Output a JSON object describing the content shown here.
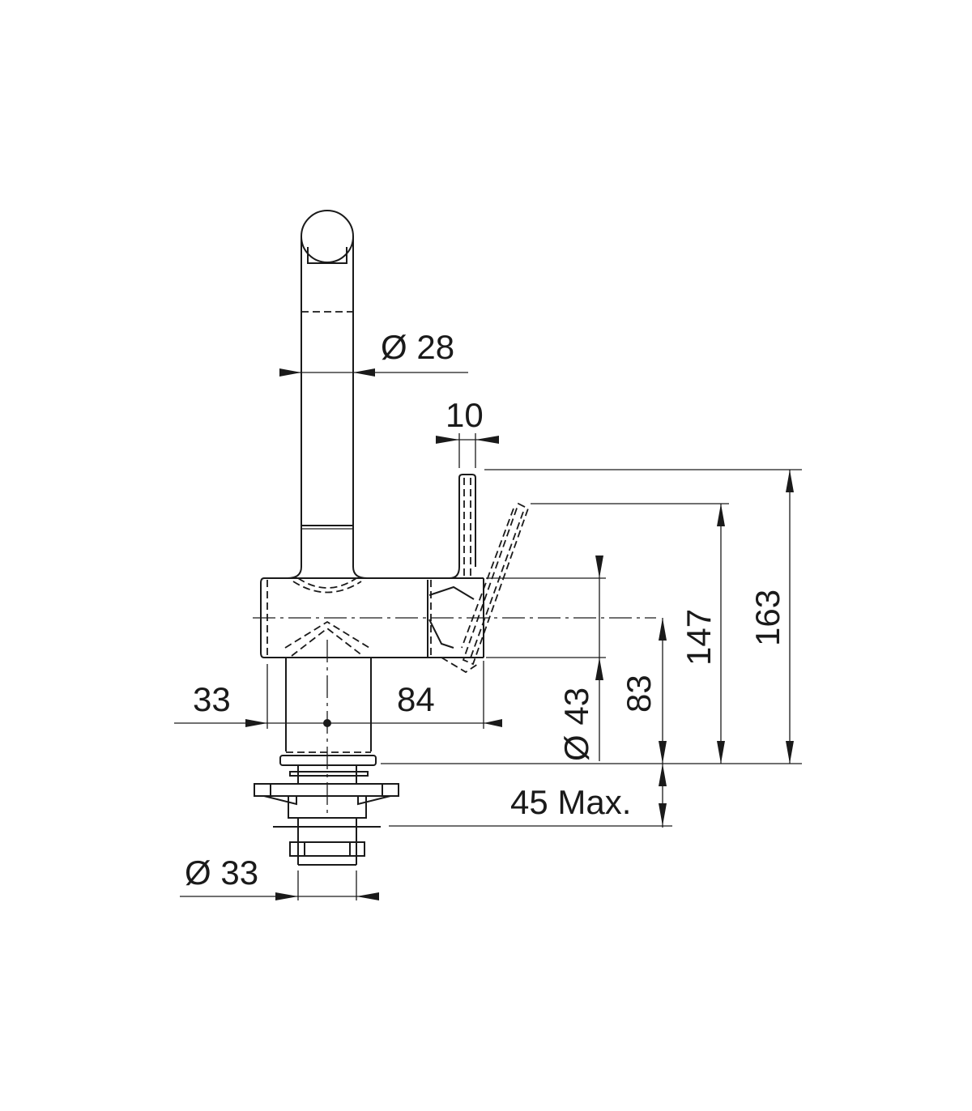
{
  "drawing": {
    "dimensions": {
      "spout_diameter": "Ø 28",
      "lever_width": "10",
      "left_offset": "33",
      "reach": "84",
      "body_diameter": "Ø 43",
      "body_center_height": "83",
      "lever_tilt_height": "147",
      "total_height": "163",
      "deck_thickness": "45 Max.",
      "shank_diameter": "Ø 33"
    },
    "line_color": "#1a1a1a"
  }
}
